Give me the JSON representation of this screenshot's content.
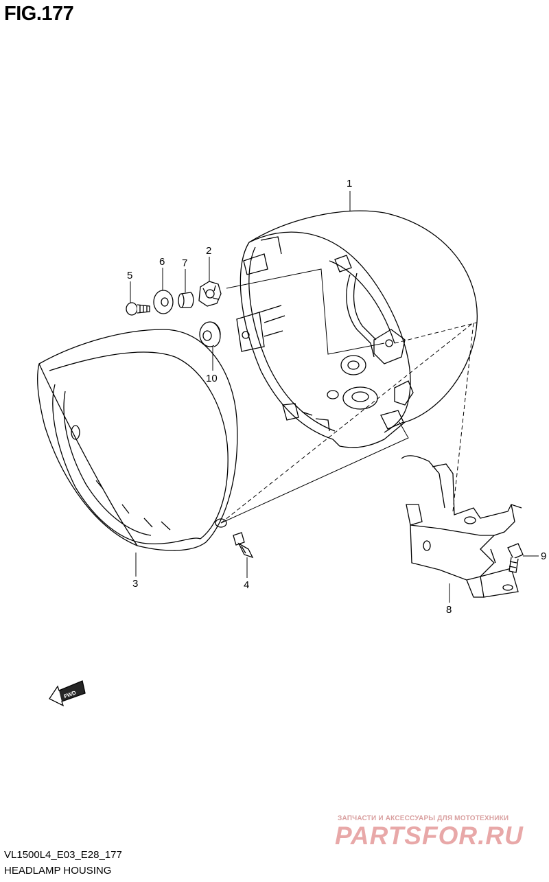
{
  "figure": {
    "title": "FIG.177",
    "model_code": "VL1500L4_E03_E28_177",
    "caption": "HEADLAMP HOUSING"
  },
  "callouts": [
    {
      "id": "1",
      "label": "1"
    },
    {
      "id": "2",
      "label": "2"
    },
    {
      "id": "3",
      "label": "3"
    },
    {
      "id": "4",
      "label": "4"
    },
    {
      "id": "5",
      "label": "5"
    },
    {
      "id": "6",
      "label": "6"
    },
    {
      "id": "7",
      "label": "7"
    },
    {
      "id": "8",
      "label": "8"
    },
    {
      "id": "9",
      "label": "9"
    },
    {
      "id": "10",
      "label": "10"
    }
  ],
  "fwd_arrow": {
    "label": "FWD"
  },
  "watermark": {
    "tagline": "ЗАПЧАСТИ И АКСЕССУАРЫ ДЛЯ МОТОТЕХНИКИ",
    "logo": "PARTSFOR.RU"
  }
}
